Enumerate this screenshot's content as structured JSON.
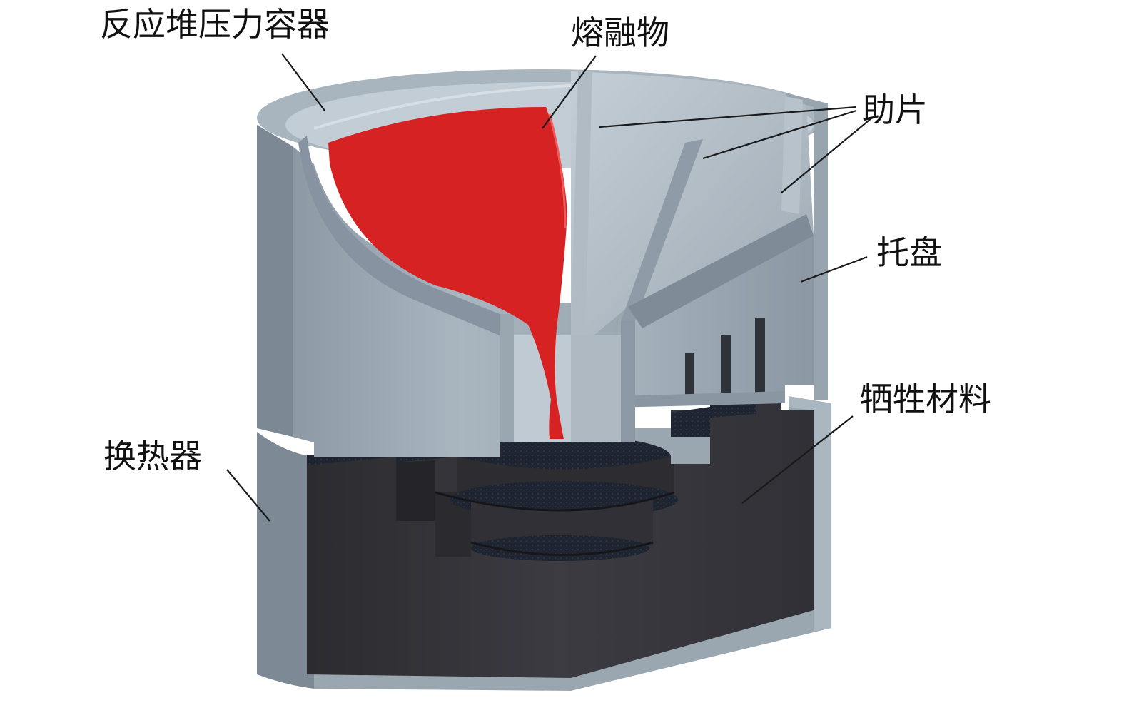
{
  "labels": {
    "reactor_pressure_vessel": "反应堆压力容器",
    "melt": "熔融物",
    "ribs": "助片",
    "tray": "托盘",
    "sacrificial_material": "牺牲材料",
    "heat_exchanger": "换热器"
  },
  "colors": {
    "steel_light": "#aab6c0",
    "steel_mid": "#8e9aa5",
    "steel_dark": "#6f7a84",
    "steel_highlight": "#c9d2da",
    "melt_red": "#d62222",
    "sacrificial_dark": "#2e2e33",
    "sacrificial_mid": "#3c3c42",
    "sacrificial_top": "#1f2530"
  }
}
